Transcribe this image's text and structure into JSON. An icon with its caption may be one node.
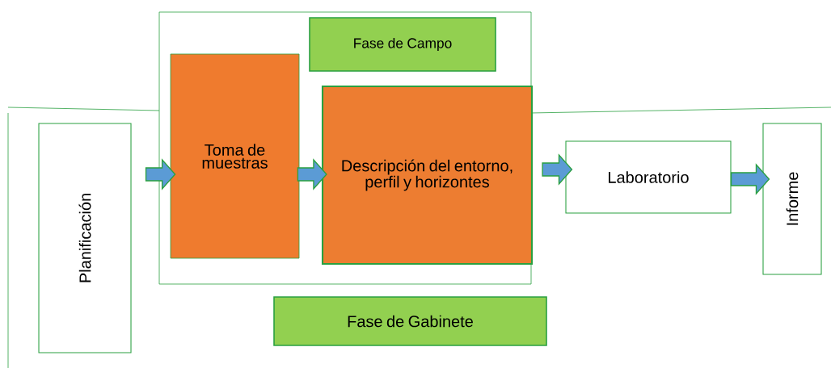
{
  "diagram": {
    "nodes": [
      {
        "text": [
          "Planificación"
        ]
      },
      {
        "text": [
          "Fase de Campo"
        ]
      },
      {
        "text": [
          "Toma de muestras"
        ]
      },
      {
        "text": [
          "Descripción del entorno, perfil y horizontes"
        ]
      },
      {
        "text": [
          "Laboratorio"
        ]
      },
      {
        "text": [
          "Informe"
        ]
      },
      {
        "text": [
          "Fase de Gabinete"
        ]
      }
    ],
    "edges": [
      {
        "from": 0,
        "to": 2,
        "arrow": "to"
      },
      {
        "from": 2,
        "to": 3,
        "arrow": "to"
      },
      {
        "from": 3,
        "to": 4,
        "arrow": "to"
      },
      {
        "from": 4,
        "to": 5,
        "arrow": "to"
      }
    ]
  }
}
